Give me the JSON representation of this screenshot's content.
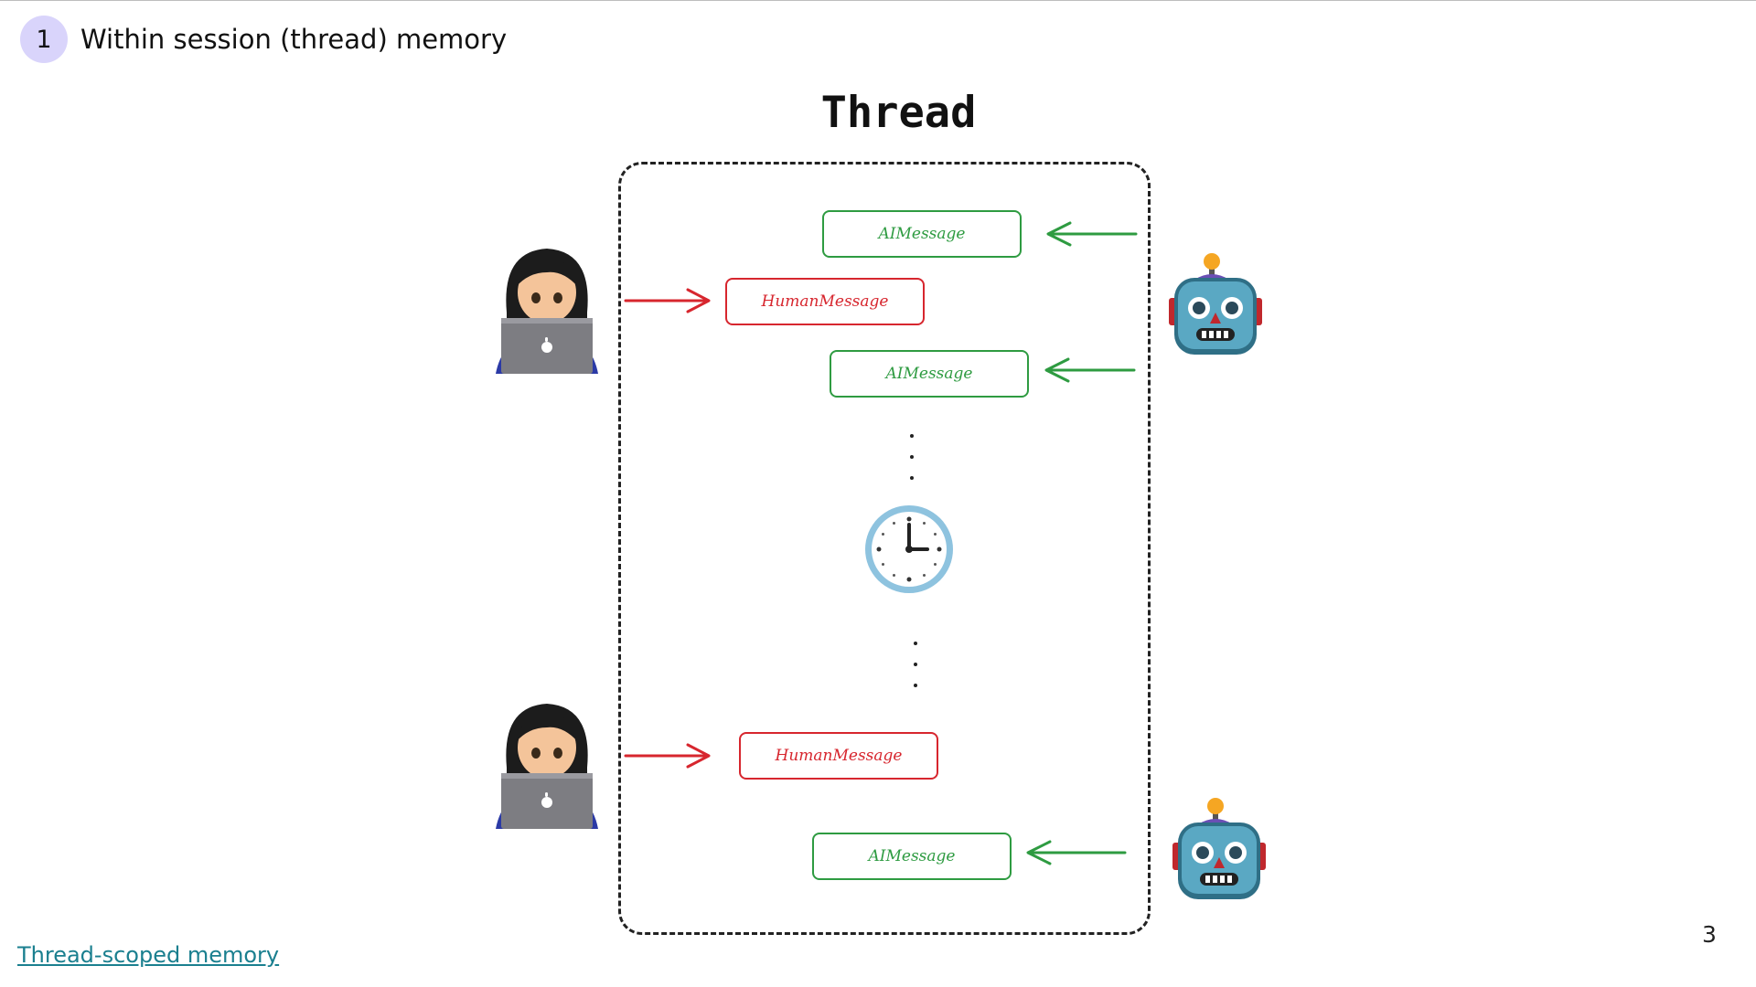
{
  "header": {
    "badge": "1",
    "title": "Within session (thread) memory"
  },
  "diagram": {
    "title": "Thread",
    "participants": {
      "human": "woman-technologist-icon",
      "ai": "robot-icon",
      "pause": "clock-icon"
    },
    "messages": [
      {
        "label": "AIMessage",
        "type": "ai"
      },
      {
        "label": "HumanMessage",
        "type": "human"
      },
      {
        "label": "AIMessage",
        "type": "ai"
      },
      {
        "label": "HumanMessage",
        "type": "human"
      },
      {
        "label": "AIMessage",
        "type": "ai"
      }
    ],
    "colors": {
      "ai": "#2e9b41",
      "human": "#d7262e"
    }
  },
  "footer": {
    "link": "Thread-scoped memory",
    "page": "3"
  }
}
